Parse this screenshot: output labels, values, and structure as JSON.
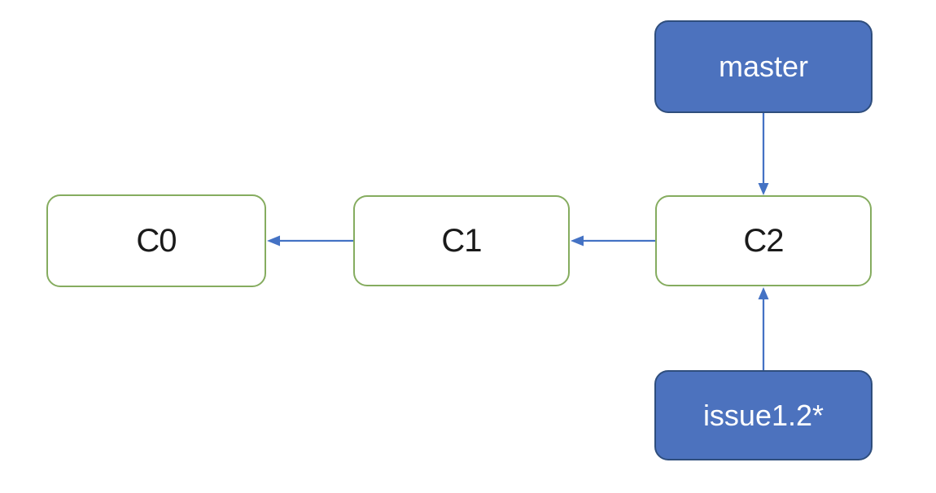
{
  "diagram": {
    "commits": [
      {
        "id": "c0",
        "label": "C0"
      },
      {
        "id": "c1",
        "label": "C1"
      },
      {
        "id": "c2",
        "label": "C2"
      }
    ],
    "branches": [
      {
        "id": "master",
        "label": "master",
        "points_to": "c2"
      },
      {
        "id": "issue",
        "label": "issue1.2*",
        "points_to": "c2"
      }
    ],
    "edges": [
      {
        "from": "c1",
        "to": "c0",
        "direction": "left"
      },
      {
        "from": "c2",
        "to": "c1",
        "direction": "left"
      },
      {
        "from": "master",
        "to": "c2",
        "direction": "down"
      },
      {
        "from": "issue",
        "to": "c2",
        "direction": "up"
      }
    ],
    "colors": {
      "background": "#FFFFFF",
      "commit_fill": "#FFFFFF",
      "commit_border": "#85AC5F",
      "commit_text": "#1A1A1A",
      "branch_fill": "#4C72BE",
      "branch_border": "#2F4E7D",
      "branch_text": "#FFFFFF",
      "arrow": "#4472C4"
    }
  }
}
